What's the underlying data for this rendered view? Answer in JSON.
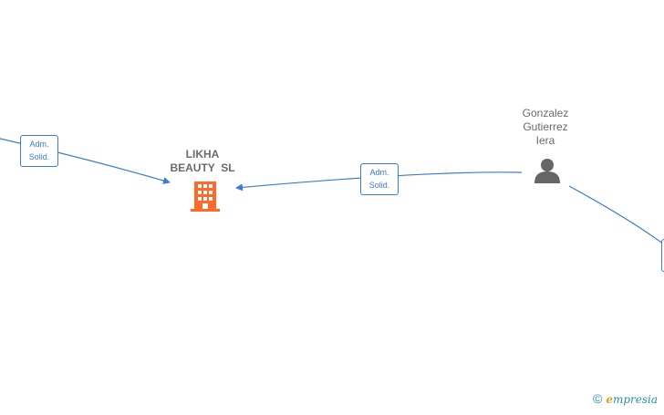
{
  "nodes": {
    "company": {
      "name_line1": "LIKHA",
      "name_line2": "BEAUTY  SL",
      "icon": "building-icon",
      "color": "#ff6a2b"
    },
    "person": {
      "name_line1": "Gonzalez",
      "name_line2": "Gutierrez",
      "name_line3": "Iera",
      "icon": "person-icon",
      "color": "#666666"
    }
  },
  "edges": [
    {
      "label_line1": "Adm.",
      "label_line2": "Solid."
    },
    {
      "label_line1": "Adm.",
      "label_line2": "Solid."
    }
  ],
  "edge_color": "#3a7bd5",
  "watermark": {
    "copyright": "©",
    "brand_initial": "e",
    "brand_rest": "mpresia"
  }
}
